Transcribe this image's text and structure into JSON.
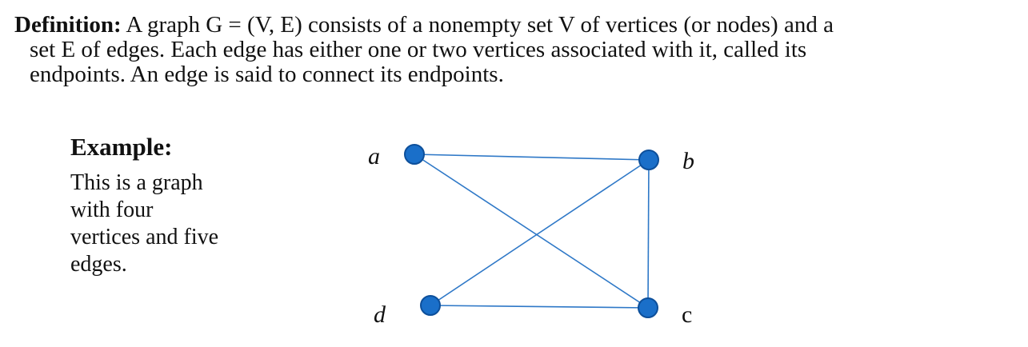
{
  "definition": {
    "term": "Definition:",
    "line1": " A graph G = (V, E) consists of  a nonempty set V of vertices (or nodes) and a",
    "line2": "set E of edges. Each edge has either one or two vertices associated with it, called its",
    "line3": "endpoints.  An edge is said to connect its endpoints."
  },
  "example": {
    "title": "Example:",
    "lines": [
      "This is a graph",
      "with four",
      "vertices and five",
      "edges."
    ]
  },
  "graph": {
    "vertices": [
      {
        "id": "a",
        "label": "a"
      },
      {
        "id": "b",
        "label": "b"
      },
      {
        "id": "c",
        "label": "c"
      },
      {
        "id": "d",
        "label": "d"
      }
    ],
    "edges": [
      {
        "from": "a",
        "to": "b"
      },
      {
        "from": "a",
        "to": "c"
      },
      {
        "from": "b",
        "to": "c"
      },
      {
        "from": "b",
        "to": "d"
      },
      {
        "from": "d",
        "to": "c"
      }
    ],
    "colors": {
      "vertex_fill": "#1a6fc9",
      "vertex_stroke": "#0d4f9a",
      "edge": "#2e78c7"
    }
  }
}
